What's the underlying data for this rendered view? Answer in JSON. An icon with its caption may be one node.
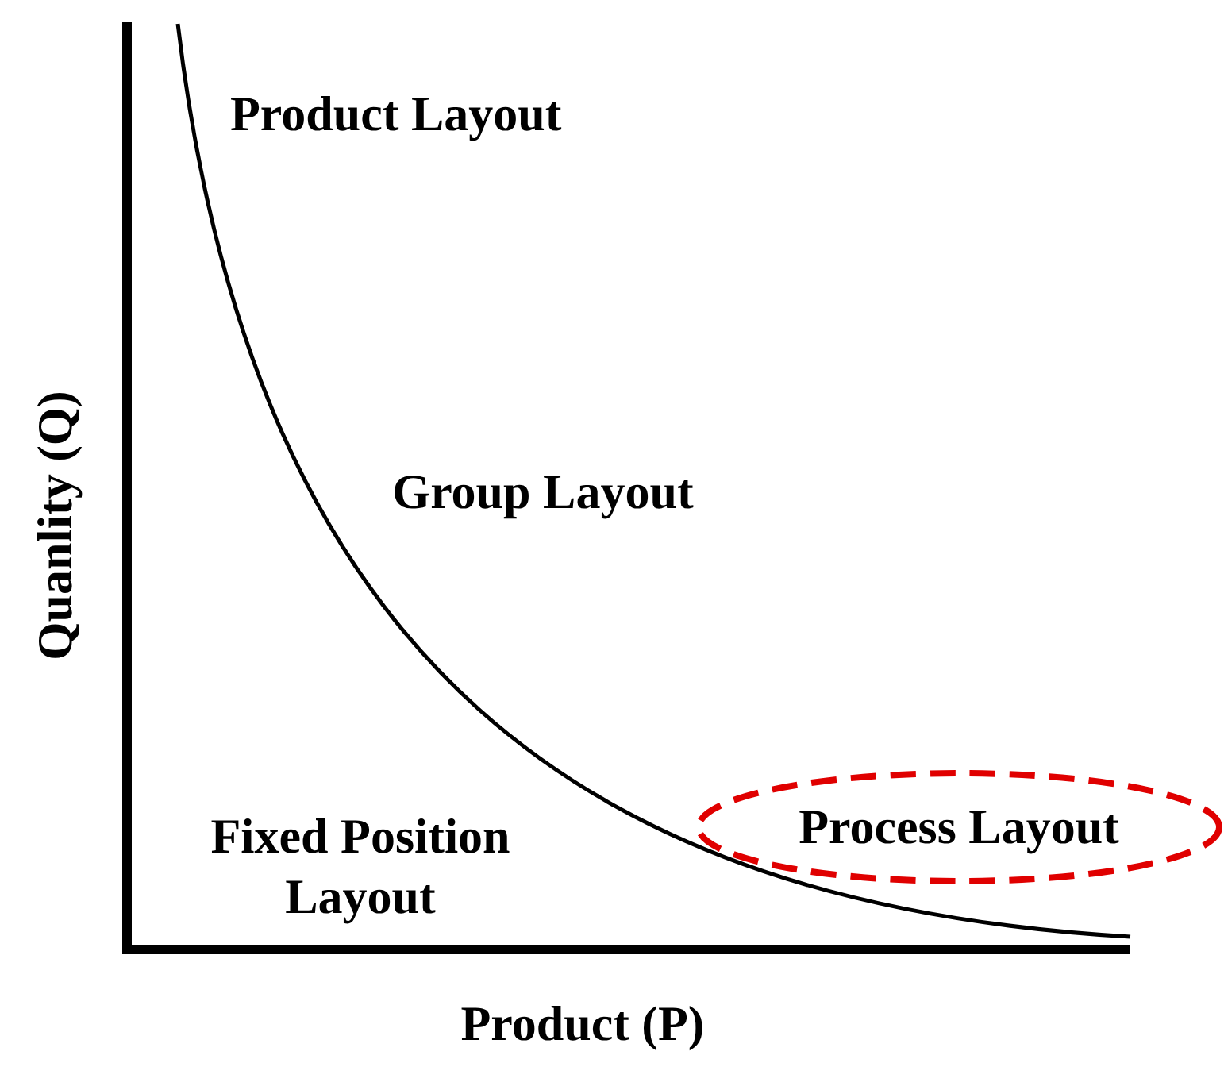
{
  "diagram": {
    "nodes": [
      {
        "text": [
          "Process Layout"
        ]
      }
    ],
    "labels": [
      "Product Layout",
      "Group Layout",
      "Quanlity (Q)",
      "Fixed Position Layout",
      "Product (P)"
    ]
  }
}
